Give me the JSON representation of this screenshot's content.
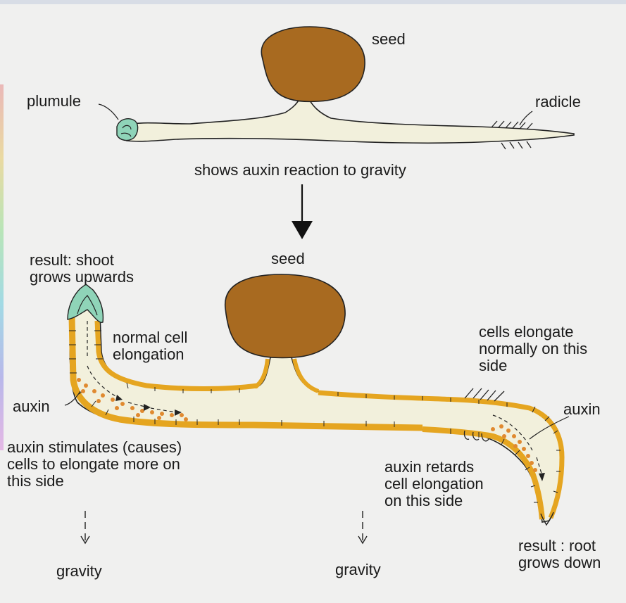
{
  "labels": {
    "seed_top": "seed",
    "plumule": "plumule",
    "radicle": "radicle",
    "caption": "shows auxin reaction to gravity",
    "seed_bottom": "seed",
    "result_shoot": "result: shoot\ngrows upwards",
    "normal_cell": "normal cell\nelongation",
    "cells_elongate": "cells elongate\nnormally on this\nside",
    "auxin_left": "auxin",
    "auxin_right": "auxin",
    "auxin_stimulates": "auxin stimulates (causes)\ncells to elongate more on\nthis side",
    "auxin_retards": "auxin retards\ncell elongation\non this side",
    "result_root": "result : root\ngrows down",
    "gravity_left": "gravity",
    "gravity_mid": "gravity"
  },
  "colors": {
    "seed": "#a86a20",
    "seedling": "#f2f0dc",
    "cell_wall": "#e5a520",
    "auxin_dot": "#e08a30",
    "tip": "#8fd4b8"
  }
}
